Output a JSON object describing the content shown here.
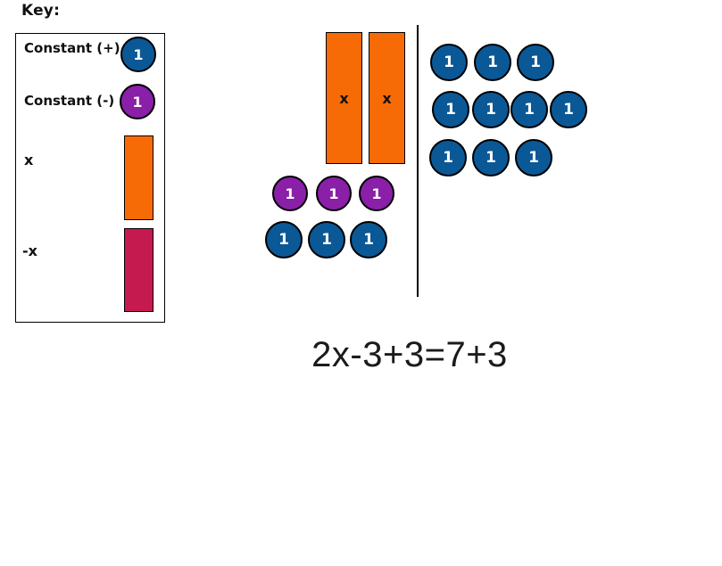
{
  "key": {
    "title": "Key:",
    "items": [
      {
        "label": "Constant (+)",
        "symbol": "1",
        "tile": "positive-unit"
      },
      {
        "label": "Constant (-)",
        "symbol": "1",
        "tile": "negative-unit"
      },
      {
        "label": "x",
        "tile": "positive-x"
      },
      {
        "label": "-x",
        "tile": "negative-x"
      }
    ]
  },
  "workspace": {
    "left": {
      "x_tiles": [
        "x",
        "x"
      ],
      "negative_units": [
        "1",
        "1",
        "1"
      ],
      "positive_units": [
        "1",
        "1",
        "1"
      ]
    },
    "right": {
      "rows": [
        [
          "1",
          "1",
          "1"
        ],
        [
          "1",
          "1",
          "1",
          "1"
        ],
        [
          "1",
          "1",
          "1"
        ]
      ]
    }
  },
  "equation": "2x-3+3=7+3",
  "colors": {
    "positive_unit": "#0b5897",
    "negative_unit": "#8a1fa8",
    "positive_x": "#f76b07",
    "negative_x": "#c51a4f",
    "outline": "#000000",
    "background": "#ffffff"
  }
}
